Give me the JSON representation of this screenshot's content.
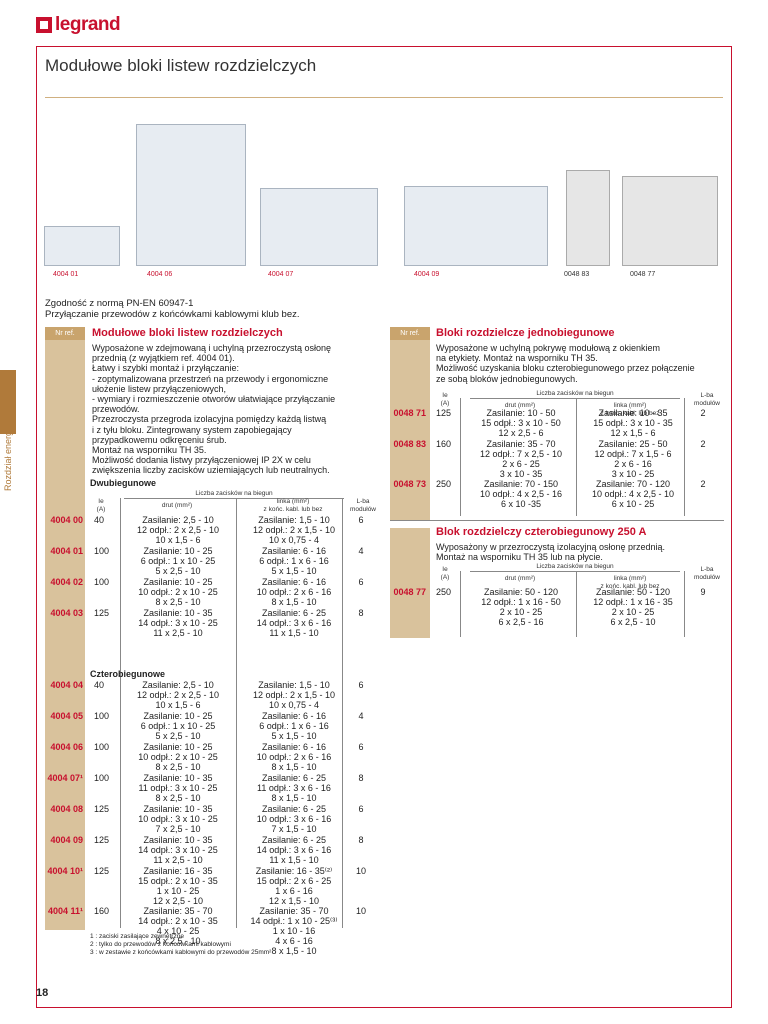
{
  "logo": "legrand",
  "title": "Modułowe bloki listew rozdzielczych",
  "side_label": "Rozdział energii",
  "products": [
    {
      "ref": "4004 01"
    },
    {
      "ref": "4004 06"
    },
    {
      "ref": "4004 07"
    },
    {
      "ref": "4004 09"
    },
    {
      "ref": "0048 83"
    },
    {
      "ref": "0048 77"
    }
  ],
  "compliance": [
    "Zgodność z normą PN-EN 60947-1",
    "Przyłączanie przewodów z końcówkami kablowymi klub bez."
  ],
  "nr_ref": "Nr ref.",
  "left": {
    "title": "Modułowe bloki listew rozdzielczych",
    "desc": [
      "Wyposażone w zdejmowaną i uchylną przezroczystą osłonę",
      "przednią (z wyjątkiem ref. 4004 01).",
      "Łatwy i szybki montaż i przyłączanie:",
      "- zoptymalizowana przestrzeń na przewody i ergonomiczne",
      "ułożenie listew przyłączeniowych,",
      "- wymiary i rozmieszczenie otworów ułatwiające przyłączanie",
      "przewodów.",
      "Przezroczysta przegroda izolacyjna pomiędzy każdą listwą",
      "i z tyłu bloku. Zintegrowany system zapobiegający",
      "przypadkowemu odkręceniu śrub.",
      "Montaż na wsporniku TH 35.",
      "Możliwość dodania listwy przyłączeniowej IP 2X w celu",
      "zwiększenia liczby zacisków uziemiających lub neutralnych."
    ],
    "dwu": "Dwubiegunowe",
    "czt": "Czterobiegunowe",
    "h_liczba": "Liczba zacisków na biegun",
    "h_ie": "Ie\n(A)",
    "h_drut": "drut (mm²)",
    "h_linka": "linka (mm²)\nz końc. kabl. lub bez",
    "h_lba": "L-ba\nmodułów",
    "rows_dwu": [
      {
        "ref": "4004 00",
        "ie": "40",
        "c1": "Zasilanie: 2,5 - 10\n12 odpł.: 2 x 2,5 - 10\n10 x 1,5 - 6",
        "c2": "Zasilanie: 1,5 - 10\n12 odpł.: 2 x 1,5 - 10\n10 x 0,75 - 4",
        "mod": "6"
      },
      {
        "ref": "4004 01",
        "ie": "100",
        "c1": "Zasilanie: 10 - 25\n6 odpł.: 1 x 10 - 25\n5 x 2,5 - 10",
        "c2": "Zasilanie: 6 - 16\n6 odpł.: 1 x 6 - 16\n5 x 1,5 - 10",
        "mod": "4"
      },
      {
        "ref": "4004 02",
        "ie": "100",
        "c1": "Zasilanie: 10 - 25\n10 odpł.: 2 x 10 - 25\n8 x 2,5 - 10",
        "c2": "Zasilanie: 6 - 16\n10 odpł.: 2 x 6 - 16\n8 x 1,5 - 10",
        "mod": "6"
      },
      {
        "ref": "4004 03",
        "ie": "125",
        "c1": "Zasilanie: 10 - 35\n14 odpł.: 3 x 10 - 25\n11 x 2,5 - 10",
        "c2": "Zasilanie: 6 - 25\n14 odpł.: 3 x 6 - 16\n11 x 1,5 - 10",
        "mod": "8"
      }
    ],
    "rows_czt": [
      {
        "ref": "4004 04",
        "ie": "40",
        "c1": "Zasilanie: 2,5 - 10\n12 odpł.: 2 x 2,5 - 10\n10 x 1,5 - 6",
        "c2": "Zasilanie: 1,5 - 10\n12 odpł.: 2 x 1,5 - 10\n10 x 0,75 - 4",
        "mod": "6"
      },
      {
        "ref": "4004 05",
        "ie": "100",
        "c1": "Zasilanie: 10 - 25\n6 odpł.: 1 x 10 - 25\n5 x 2,5 - 10",
        "c2": "Zasilanie: 6 - 16\n6 odpł.: 1 x 6 - 16\n5 x 1,5 - 10",
        "mod": "4"
      },
      {
        "ref": "4004 06",
        "ie": "100",
        "c1": "Zasilanie: 10 - 25\n10 odpł.: 2 x 10 - 25\n8 x 2,5 - 10",
        "c2": "Zasilanie: 6 - 16\n10 odpł.: 2 x 6 - 16\n8 x 1,5 - 10",
        "mod": "6"
      },
      {
        "ref": "4004 07¹",
        "ie": "100",
        "c1": "Zasilanie: 10 - 35\n11 odpł.: 3 x 10 - 25\n8 x 2,5 - 10",
        "c2": "Zasilanie: 6 - 25\n11 odpł.: 3 x 6 - 16\n8 x 1,5 - 10",
        "mod": "8"
      },
      {
        "ref": "4004 08",
        "ie": "125",
        "c1": "Zasilanie: 10 - 35\n10 odpł.: 3 x 10 - 25\n7 x 2,5 - 10",
        "c2": "Zasilanie: 6 - 25\n10 odpł.: 3 x 6 - 16\n7 x 1,5 - 10",
        "mod": "6"
      },
      {
        "ref": "4004 09",
        "ie": "125",
        "c1": "Zasilanie: 10 - 35\n14 odpł.: 3 x 10 - 25\n11 x 2,5 - 10",
        "c2": "Zasilanie: 6 - 25\n14 odpł.: 3 x 6 - 16\n11 x 1,5 - 10",
        "mod": "8"
      },
      {
        "ref": "4004 10¹",
        "ie": "125",
        "c1": "Zasilanie: 16 - 35\n15 odpł.: 2 x 10 - 35\n1 x 10 - 25\n12 x 2,5 - 10",
        "c2": "Zasilanie: 16 - 35⁽²⁾\n15 odpł.: 2 x 6 - 25\n1 x 6 - 16\n12 x 1,5 - 10",
        "mod": "10"
      },
      {
        "ref": "4004 11¹",
        "ie": "160",
        "c1": "Zasilanie: 35 - 70\n14 odpł.: 2 x 10 - 35\n4 x 10 - 25\n8 x 2,5 - 10",
        "c2": "Zasilanie: 35 - 70\n14 odpł.: 1 x 10 - 25⁽³⁾\n1 x 10 - 16\n4 x 6 - 16\n8 x 1,5 - 10",
        "mod": "10"
      }
    ],
    "footnotes": [
      "1 : zaciski zasilające zewnętrzne",
      "2 : tylko do przewodów z końcówkami kablowymi",
      "3 : w zestawie z końcówkami kablowymi do przewodów 25mm²"
    ]
  },
  "right": {
    "title1": "Bloki rozdzielcze jednobiegunowe",
    "desc1": [
      "Wyposażone w uchylną pokrywę modułową z okienkiem",
      "na etykiety. Montaż na wsporniku TH 35.",
      "Możliwość uzyskania bloku czterobiegunowego przez połączenie",
      "ze sobą bloków jednobiegunowych."
    ],
    "rows1": [
      {
        "ref": "0048 71",
        "ie": "125",
        "c1": "Zasilanie: 10 - 50\n15 odpł.: 3 x 10 - 50\n12 x 2,5 - 6",
        "c2": "Zasilanie: 10 - 35\n15 odpł.: 3 x 10 - 35\n12 x 1,5 - 6",
        "mod": "2"
      },
      {
        "ref": "0048 83",
        "ie": "160",
        "c1": "Zasilanie: 35 - 70\n12 odpł.: 7 x 2,5 - 10\n2 x 6 - 25\n3 x 10 - 35",
        "c2": "Zasilanie: 25 - 50\n12 odpł.: 7 x 1,5 - 6\n2 x 6 - 16\n3 x 10 - 25",
        "mod": "2"
      },
      {
        "ref": "0048 73",
        "ie": "250",
        "c1": "Zasilanie: 70 - 150\n10 odpł.: 4 x 2,5 - 16\n6 x 10 -35",
        "c2": "Zasilanie: 70 - 120\n10 odpł.: 4 x 2,5 - 10\n6 x 10 - 25",
        "mod": "2"
      }
    ],
    "title2": "Blok rozdzielczy czterobiegunowy 250 A",
    "desc2": [
      "Wyposażony w przezroczystą izolacyjną osłonę przednią.",
      "Montaż na wsporniku TH 35 lub na płycie."
    ],
    "rows2": [
      {
        "ref": "0048 77",
        "ie": "250",
        "c1": "Zasilanie: 50 - 120\n12 odpł.: 1 x 16 - 50\n2 x 10 - 25\n6 x 2,5 - 16",
        "c2": "Zasilanie: 50 - 120\n12 odpł.: 1 x 16 - 35\n2 x 10 - 25\n6 x 2,5 - 10",
        "mod": "9"
      }
    ]
  },
  "page_number": "18"
}
